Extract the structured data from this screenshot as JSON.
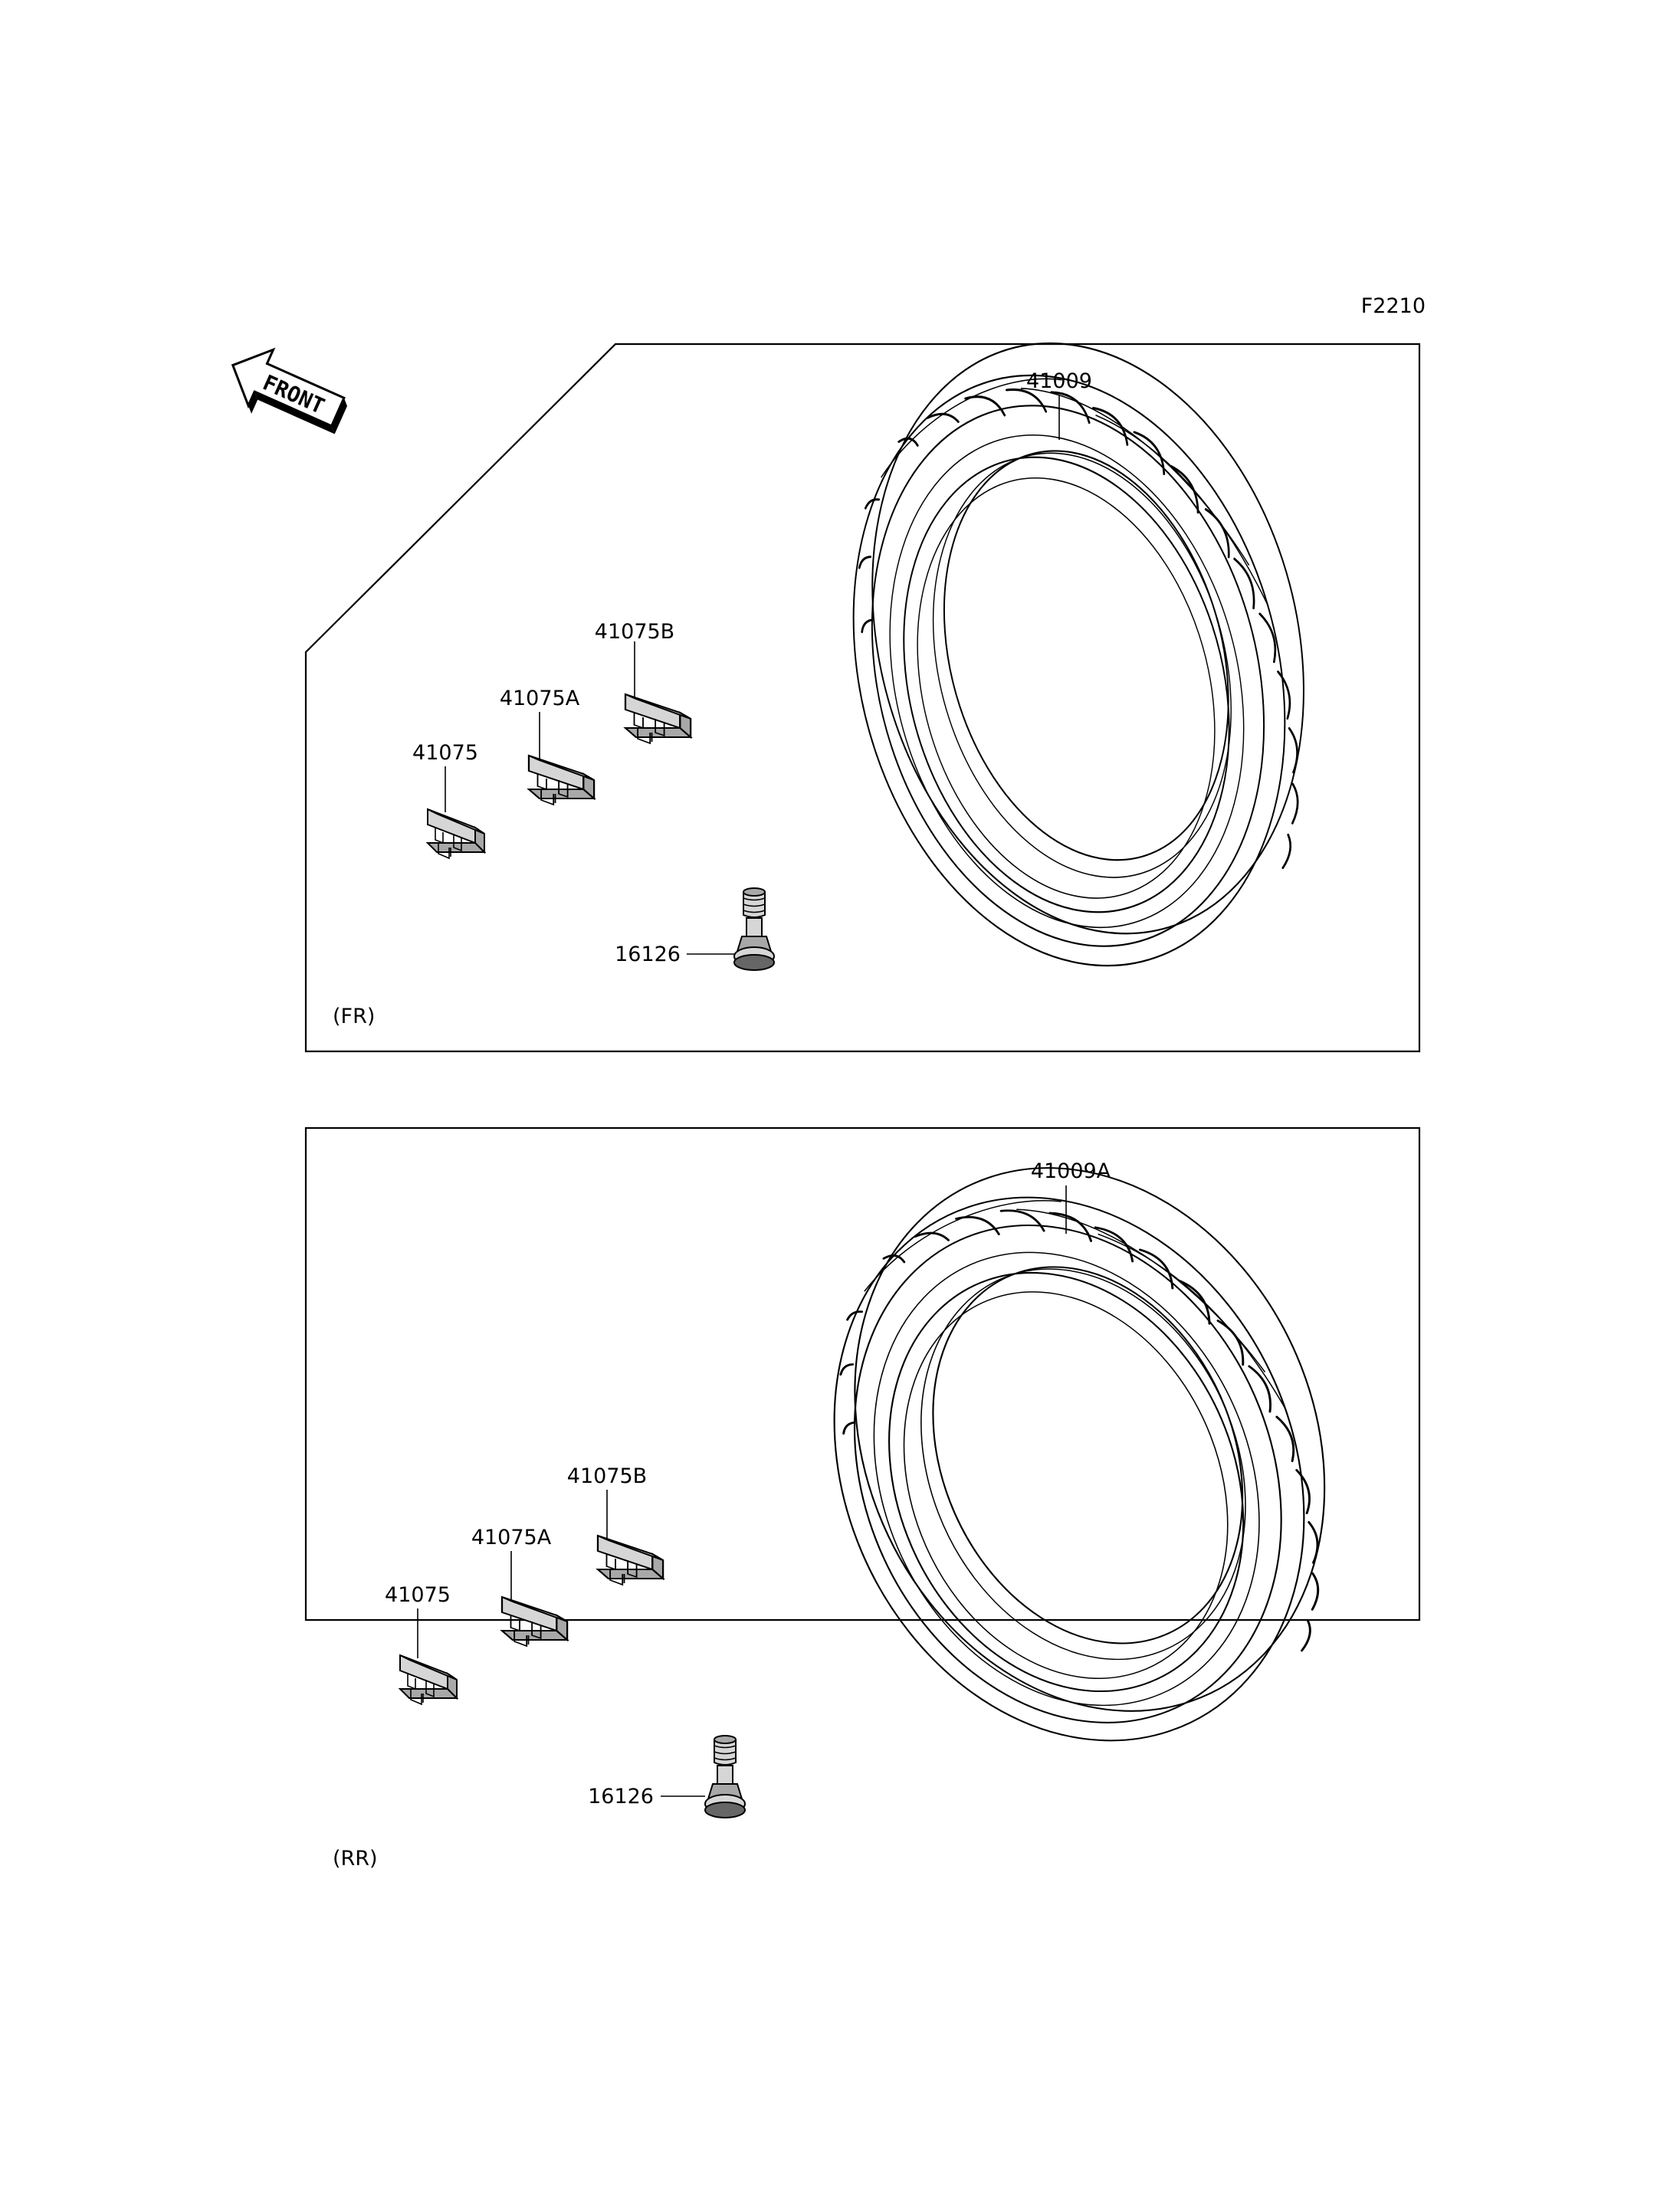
{
  "figure_code": "F2210",
  "front_arrow": {
    "text": "FRONT",
    "icon": "front-direction-arrow-icon"
  },
  "panels": [
    {
      "section": "(FR)",
      "tire": "41009",
      "weights": [
        "41075",
        "41075A",
        "41075B"
      ],
      "valve": "16126"
    },
    {
      "section": "(RR)",
      "tire": "41009A",
      "weights": [
        "41075",
        "41075A",
        "41075B"
      ],
      "valve": "16126"
    }
  ]
}
